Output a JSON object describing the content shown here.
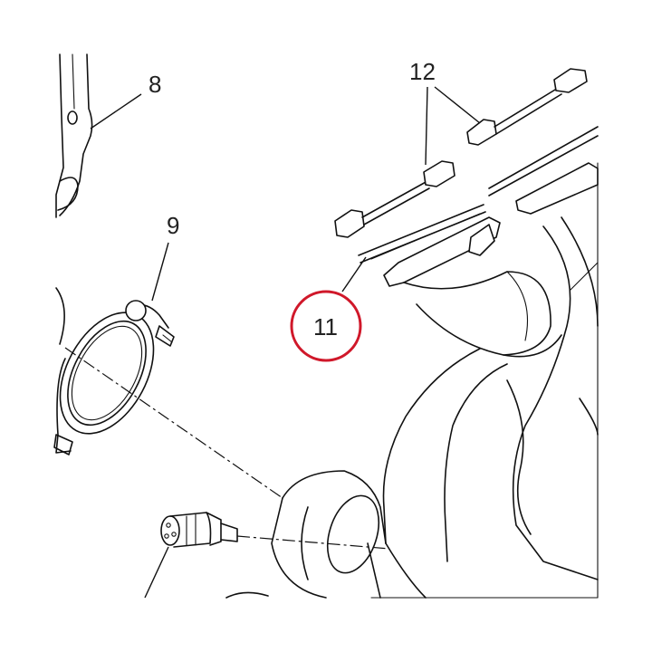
{
  "callouts": [
    {
      "id": "8",
      "label": "8"
    },
    {
      "id": "9",
      "label": "9"
    },
    {
      "id": "11",
      "label": "11",
      "highlighted": true
    },
    {
      "id": "12",
      "label": "12"
    }
  ],
  "colors": {
    "line": "#111111",
    "highlight": "#d0182a",
    "background": "#ffffff"
  }
}
